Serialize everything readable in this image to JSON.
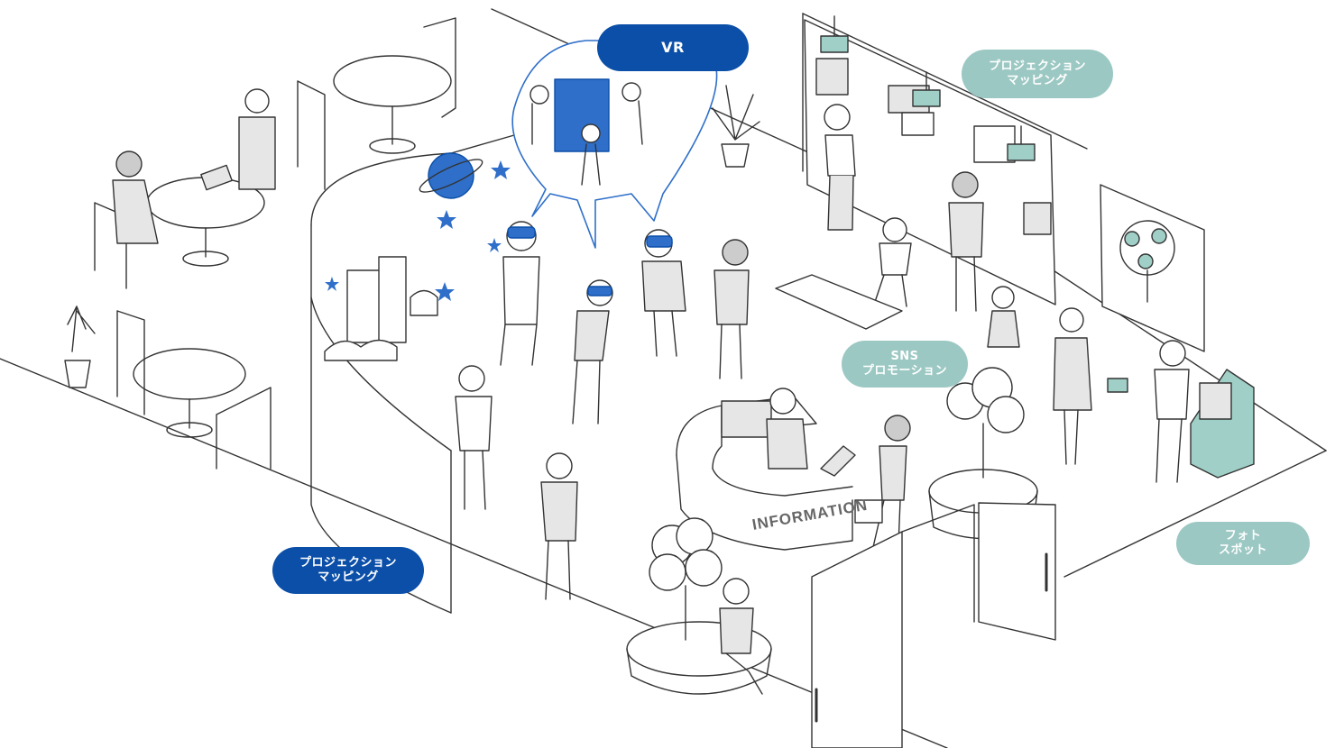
{
  "colors": {
    "accent_dark": "#0b4fa8",
    "accent_light": "#9cc8c3",
    "line": "#333333",
    "fill_gray": "#e6e6e6",
    "fill_teal": "#9fcfc6"
  },
  "labels": {
    "vr": "VR",
    "projection_mapping_top": "プロジェクション\nマッピング",
    "sns_promotion": "SNS\nプロモーション",
    "photo_spot": "フォト\nスポット",
    "projection_mapping_bottom": "プロジェクション\nマッピング"
  },
  "scene": {
    "reception_sign": "INFORMATION"
  }
}
